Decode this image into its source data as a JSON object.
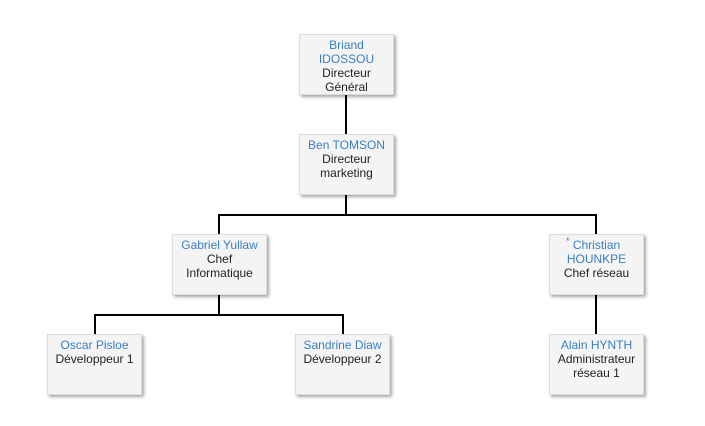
{
  "nodes": {
    "briand": {
      "name": "Briand IDOSSOU",
      "role": "Directeur Général"
    },
    "ben": {
      "name": "Ben TOMSON",
      "role": "Directeur marketing"
    },
    "gabriel": {
      "name": "Gabriel Yullaw",
      "role": "Chef Informatique"
    },
    "christian": {
      "marker": "*",
      "name": "Christian HOUNKPE",
      "role": "Chef réseau"
    },
    "oscar": {
      "name": "Oscar Pisloe",
      "role": "Développeur 1"
    },
    "sandrine": {
      "name": "Sandrine Diaw",
      "role": "Développeur 2"
    },
    "alain": {
      "name": "Alain HYNTH",
      "role": "Administrateur réseau 1"
    }
  },
  "colors": {
    "name_text": "#3a7fc2",
    "role_text": "#222222",
    "node_background": "#f4f4f4",
    "connector": "#000000"
  }
}
